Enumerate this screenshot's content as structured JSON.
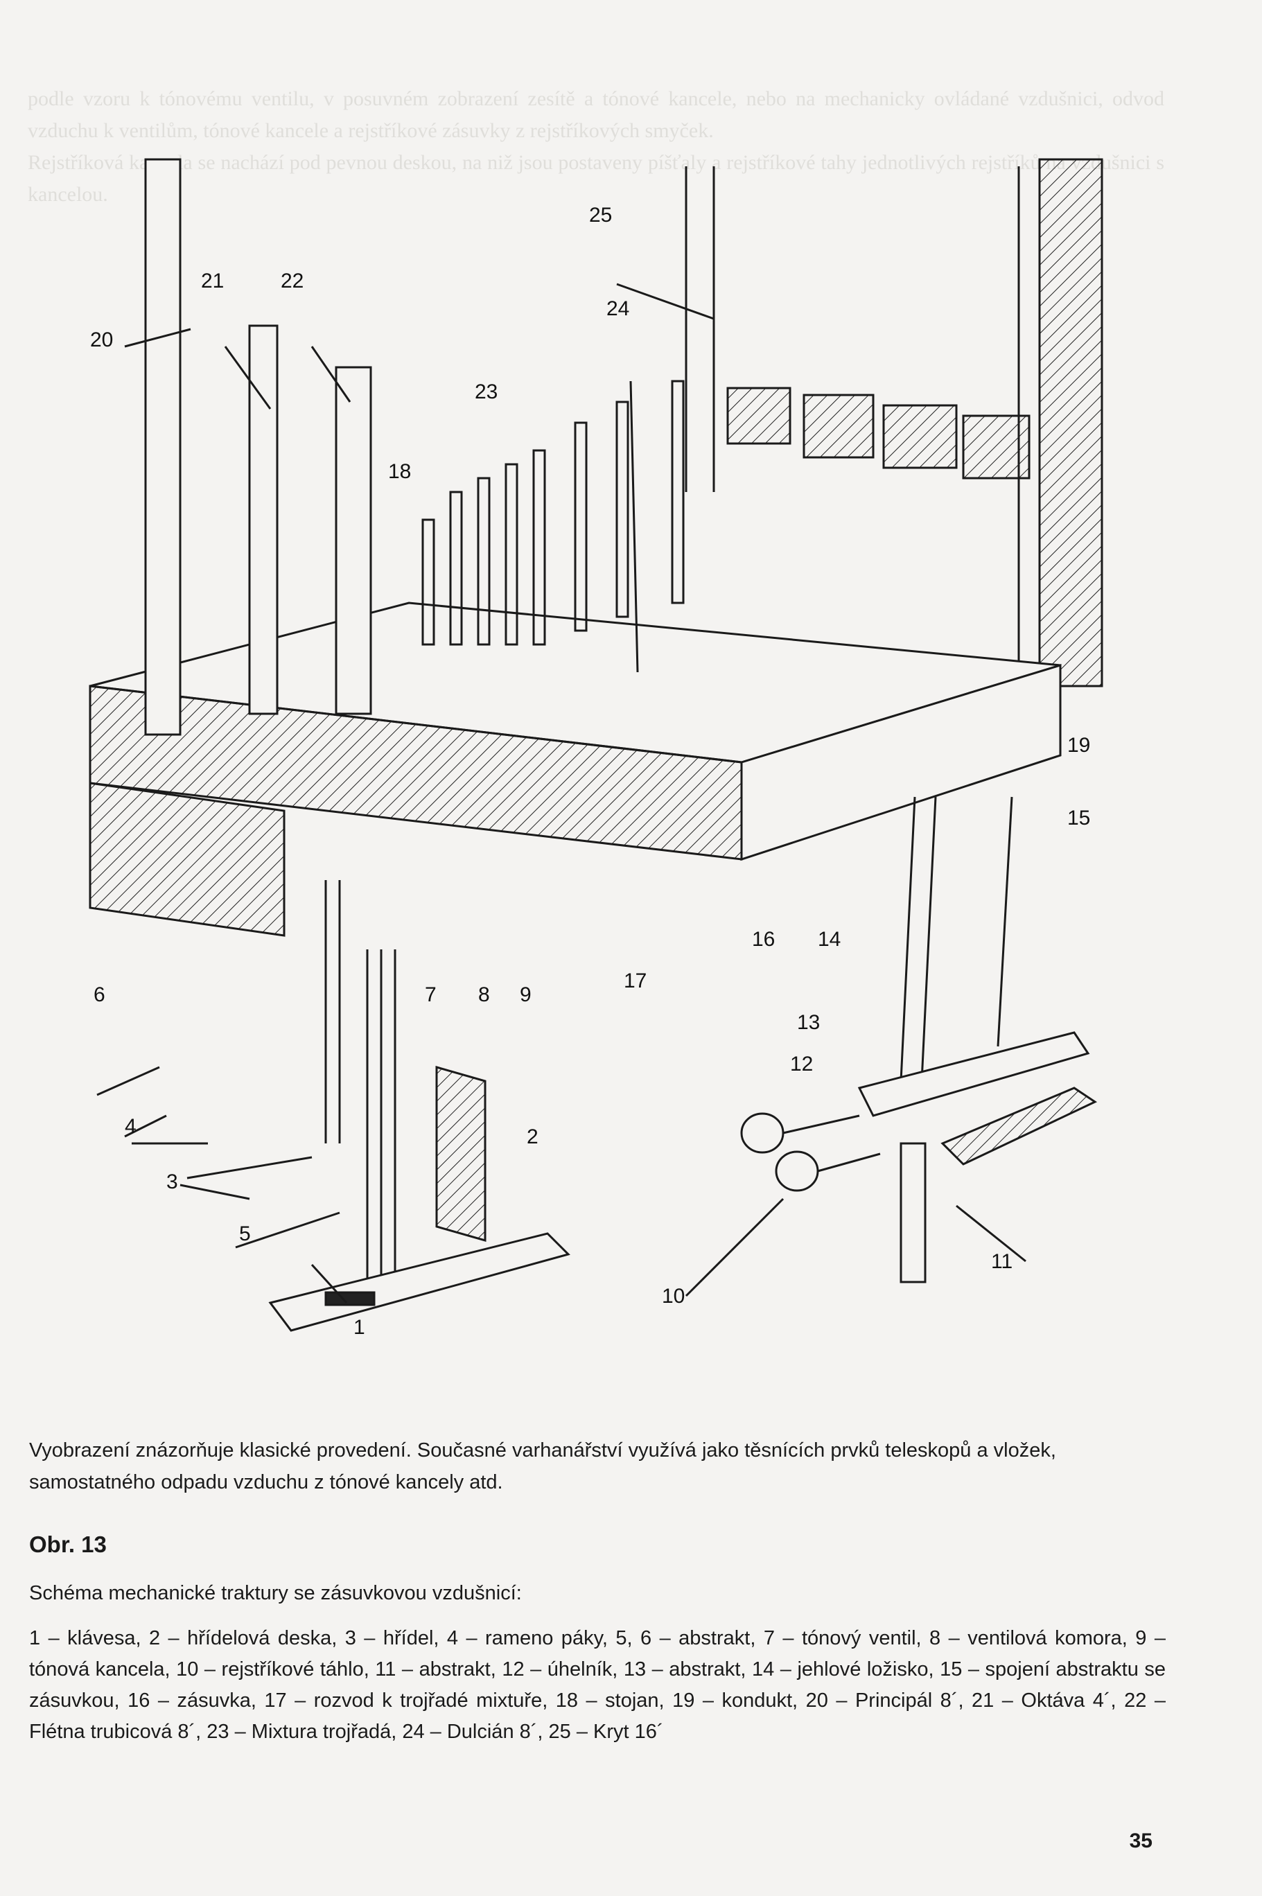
{
  "bleed_through_text": [
    "podle vzoru k tónovému ventilu, v posuvném zobrazení zesítě a tónové kancele, nebo na mechanicky ovládané vzdušnici, odvod vzduchu k ventilům, tónové kancele a rejstříkové zásuvky z rejstříkových smyček.",
    "Rejstříková kancela se nachází pod pevnou deskou, na niž jsou postaveny píšťaly a rejstříkové tahy jednotlivých rejstříků na vzdušnici s kancelou."
  ],
  "figure": {
    "labels": [
      "1",
      "2",
      "3",
      "4",
      "5",
      "6",
      "7",
      "8",
      "9",
      "10",
      "11",
      "12",
      "13",
      "14",
      "15",
      "16",
      "17",
      "18",
      "19",
      "20",
      "21",
      "22",
      "23",
      "24",
      "25"
    ]
  },
  "caption": "Vyobrazení znázorňuje klasické provedení. Současné varhanářství využívá jako těsnících prvků teleskopů a vložek, samostatného odpadu vzduchu z tónové kancely atd.",
  "obr_label": "Obr. 13",
  "subtitle": "Schéma mechanické traktury se zásuvkovou vzdušnicí:",
  "legend": "1 – klávesa, 2 – hřídelová deska, 3 – hřídel, 4 – rameno páky, 5, 6 – abstrakt, 7 – tónový ventil, 8 – ventilová komora, 9 – tónová kancela, 10 – rejstříkové táhlo, 11 – abstrakt, 12 – úhelník, 13 – abstrakt, 14 – jehlové ložisko, 15 – spojení abstraktu se zásuvkou, 16 – zásuvka, 17 – rozvod k trojřadé mixtuře, 18 – stojan, 19 – kondukt, 20 – Principál 8´, 21 – Oktáva 4´, 22 – Flétna trubicová 8´, 23 – Mixtura trojřadá, 24 – Dulcián 8´, 25 – Kryt 16´",
  "page_number": "35"
}
